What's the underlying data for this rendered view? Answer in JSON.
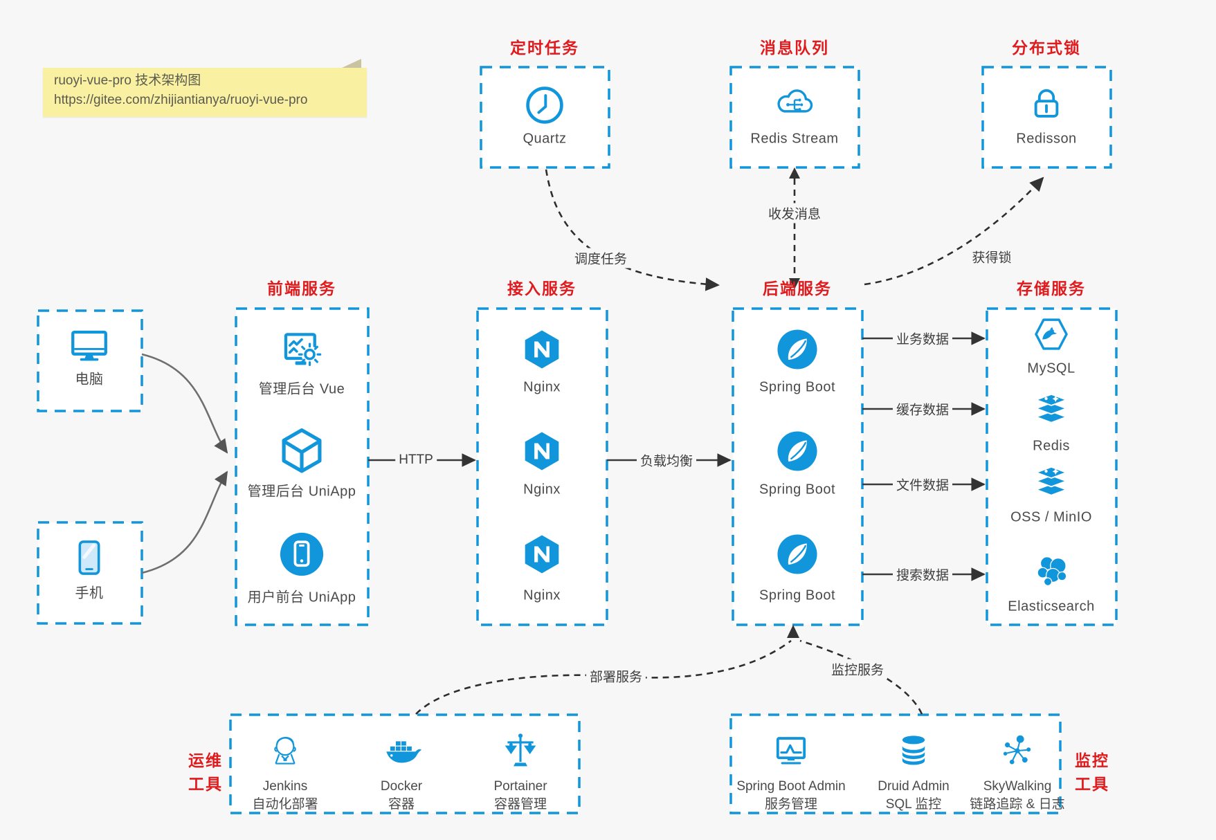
{
  "colors": {
    "blue": "#1296db",
    "red": "#e01b1e",
    "bg": "#f7f7f8",
    "ink": "#4a4a4a",
    "line": "#3a3a3a",
    "gray": "#6f6f6f",
    "note_bg": "#f9f1a1",
    "note_fold": "#c9c3a0",
    "box_fill": "#ffffff"
  },
  "note": {
    "line1": "ruoyi-vue-pro 技术架构图",
    "line2": "https://gitee.com/zhijiantianya/ruoyi-vue-pro"
  },
  "groups": {
    "scheduled": {
      "title": "定时任务",
      "items": [
        {
          "label": "Quartz",
          "icon": "clock-icon"
        }
      ]
    },
    "mq": {
      "title": "消息队列",
      "items": [
        {
          "label": "Redis Stream",
          "icon": "cloud-stream-icon"
        }
      ]
    },
    "lock": {
      "title": "分布式锁",
      "items": [
        {
          "label": "Redisson",
          "icon": "lock-icon"
        }
      ]
    },
    "clients": {
      "items": [
        {
          "label": "电脑",
          "icon": "desktop-icon"
        },
        {
          "label": "手机",
          "icon": "smartphone-icon"
        }
      ]
    },
    "frontend": {
      "title": "前端服务",
      "items": [
        {
          "label": "管理后台 Vue",
          "icon": "admin-vue-icon"
        },
        {
          "label": "管理后台 UniApp",
          "icon": "uniapp-cube-icon"
        },
        {
          "label": "用户前台 UniApp",
          "icon": "mobile-app-icon"
        }
      ]
    },
    "gateway": {
      "title": "接入服务",
      "items": [
        {
          "label": "Nginx",
          "icon": "nginx-icon"
        },
        {
          "label": "Nginx",
          "icon": "nginx-icon"
        },
        {
          "label": "Nginx",
          "icon": "nginx-icon"
        }
      ]
    },
    "backend": {
      "title": "后端服务",
      "items": [
        {
          "label": "Spring Boot",
          "icon": "spring-icon"
        },
        {
          "label": "Spring Boot",
          "icon": "spring-icon"
        },
        {
          "label": "Spring Boot",
          "icon": "spring-icon"
        }
      ]
    },
    "storage": {
      "title": "存储服务",
      "items": [
        {
          "label": "MySQL",
          "icon": "mysql-icon"
        },
        {
          "label": "Redis",
          "icon": "redis-icon"
        },
        {
          "label": "OSS / MinIO",
          "icon": "redis-icon"
        },
        {
          "label": "Elasticsearch",
          "icon": "elasticsearch-icon"
        }
      ]
    },
    "ops": {
      "title_line1": "运维",
      "title_line2": "工具",
      "items": [
        {
          "label": "Jenkins",
          "sub": "自动化部署",
          "icon": "jenkins-icon"
        },
        {
          "label": "Docker",
          "sub": "容器",
          "icon": "docker-icon"
        },
        {
          "label": "Portainer",
          "sub": "容器管理",
          "icon": "portainer-scales-icon"
        }
      ]
    },
    "monitoring": {
      "title_line1": "监控",
      "title_line2": "工具",
      "items": [
        {
          "label": "Spring Boot Admin",
          "sub": "服务管理",
          "icon": "monitor-chart-icon"
        },
        {
          "label": "Druid Admin",
          "sub": "SQL 监控",
          "icon": "database-icon"
        },
        {
          "label": "SkyWalking",
          "sub": "链路追踪 & 日志",
          "icon": "network-nodes-icon"
        }
      ]
    }
  },
  "edges": {
    "http": "HTTP",
    "load_balance": "负载均衡",
    "schedule": "调度任务",
    "message": "收发消息",
    "acquire_lock": "获得锁",
    "business_data": "业务数据",
    "cache_data": "缓存数据",
    "file_data": "文件数据",
    "search_data": "搜索数据",
    "deploy": "部署服务",
    "monitor": "监控服务"
  }
}
